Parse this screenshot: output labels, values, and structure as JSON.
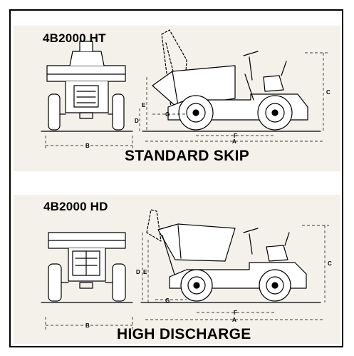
{
  "top": {
    "model": "4B2000 HT",
    "caption": "STANDARD SKIP",
    "dims": {
      "a": "A",
      "b": "B",
      "c": "C",
      "d": "D",
      "e": "E",
      "f": "F",
      "g": "G"
    }
  },
  "bottom": {
    "model": "4B2000 HD",
    "caption": "HIGH DISCHARGE",
    "dims": {
      "a": "A",
      "b": "B",
      "c": "C",
      "d": "D",
      "e": "E",
      "f": "F",
      "g": "G"
    }
  }
}
